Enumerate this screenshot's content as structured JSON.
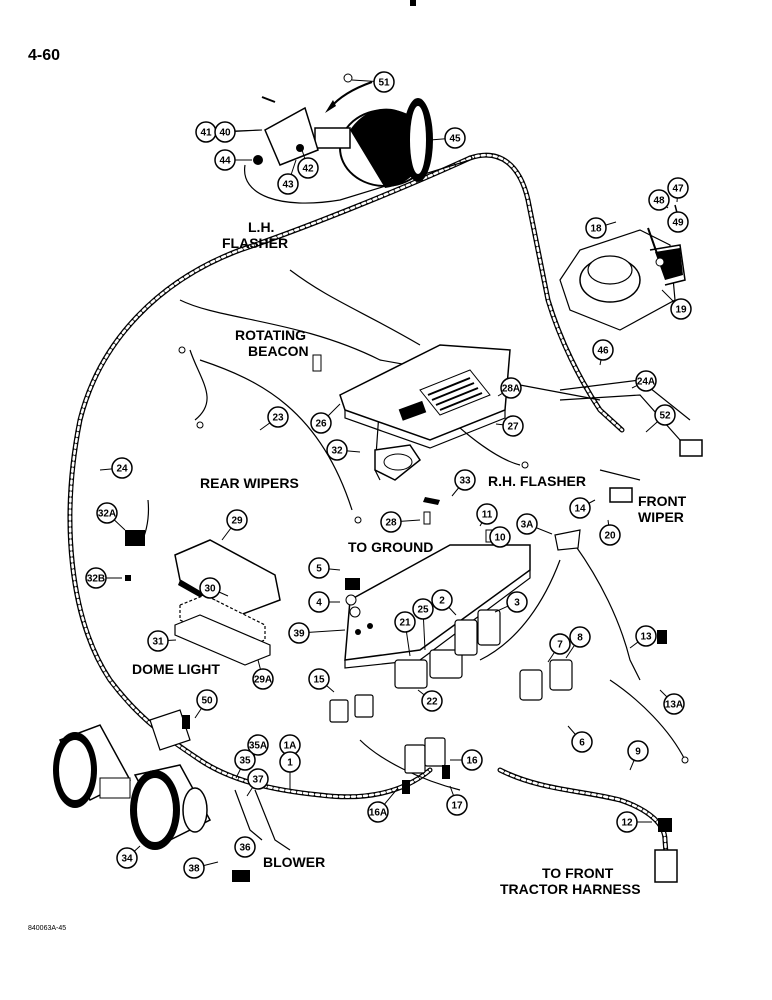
{
  "page_number": "4-60",
  "figure_code": "840063A-45",
  "labels": {
    "lh_flasher": [
      "L.H.",
      "FLASHER"
    ],
    "rotating_beacon": [
      "ROTATING",
      "BEACON"
    ],
    "rear_wipers": "REAR WIPERS",
    "rh_flasher": "R.H. FLASHER",
    "front_wiper": [
      "FRONT",
      "WIPER"
    ],
    "to_ground": "TO GROUND",
    "dome_light": "DOME LIGHT",
    "blower": "BLOWER",
    "to_front_tractor_harness": [
      "TO FRONT",
      "TRACTOR HARNESS"
    ]
  },
  "callouts": [
    "51",
    "41",
    "40",
    "45",
    "44",
    "42",
    "43",
    "47",
    "48",
    "49",
    "18",
    "19",
    "46",
    "24A",
    "52",
    "28A",
    "27",
    "26",
    "23",
    "32",
    "24",
    "33",
    "28",
    "11",
    "14",
    "20",
    "3A",
    "10",
    "32A",
    "29",
    "32B",
    "5",
    "30",
    "4",
    "2",
    "3",
    "13",
    "39",
    "21",
    "25",
    "7",
    "8",
    "31",
    "13A",
    "15",
    "22",
    "29A",
    "6",
    "50",
    "1A",
    "35A",
    "1",
    "9",
    "35",
    "37",
    "16",
    "17",
    "16A",
    "12",
    "36",
    "34",
    "38"
  ]
}
